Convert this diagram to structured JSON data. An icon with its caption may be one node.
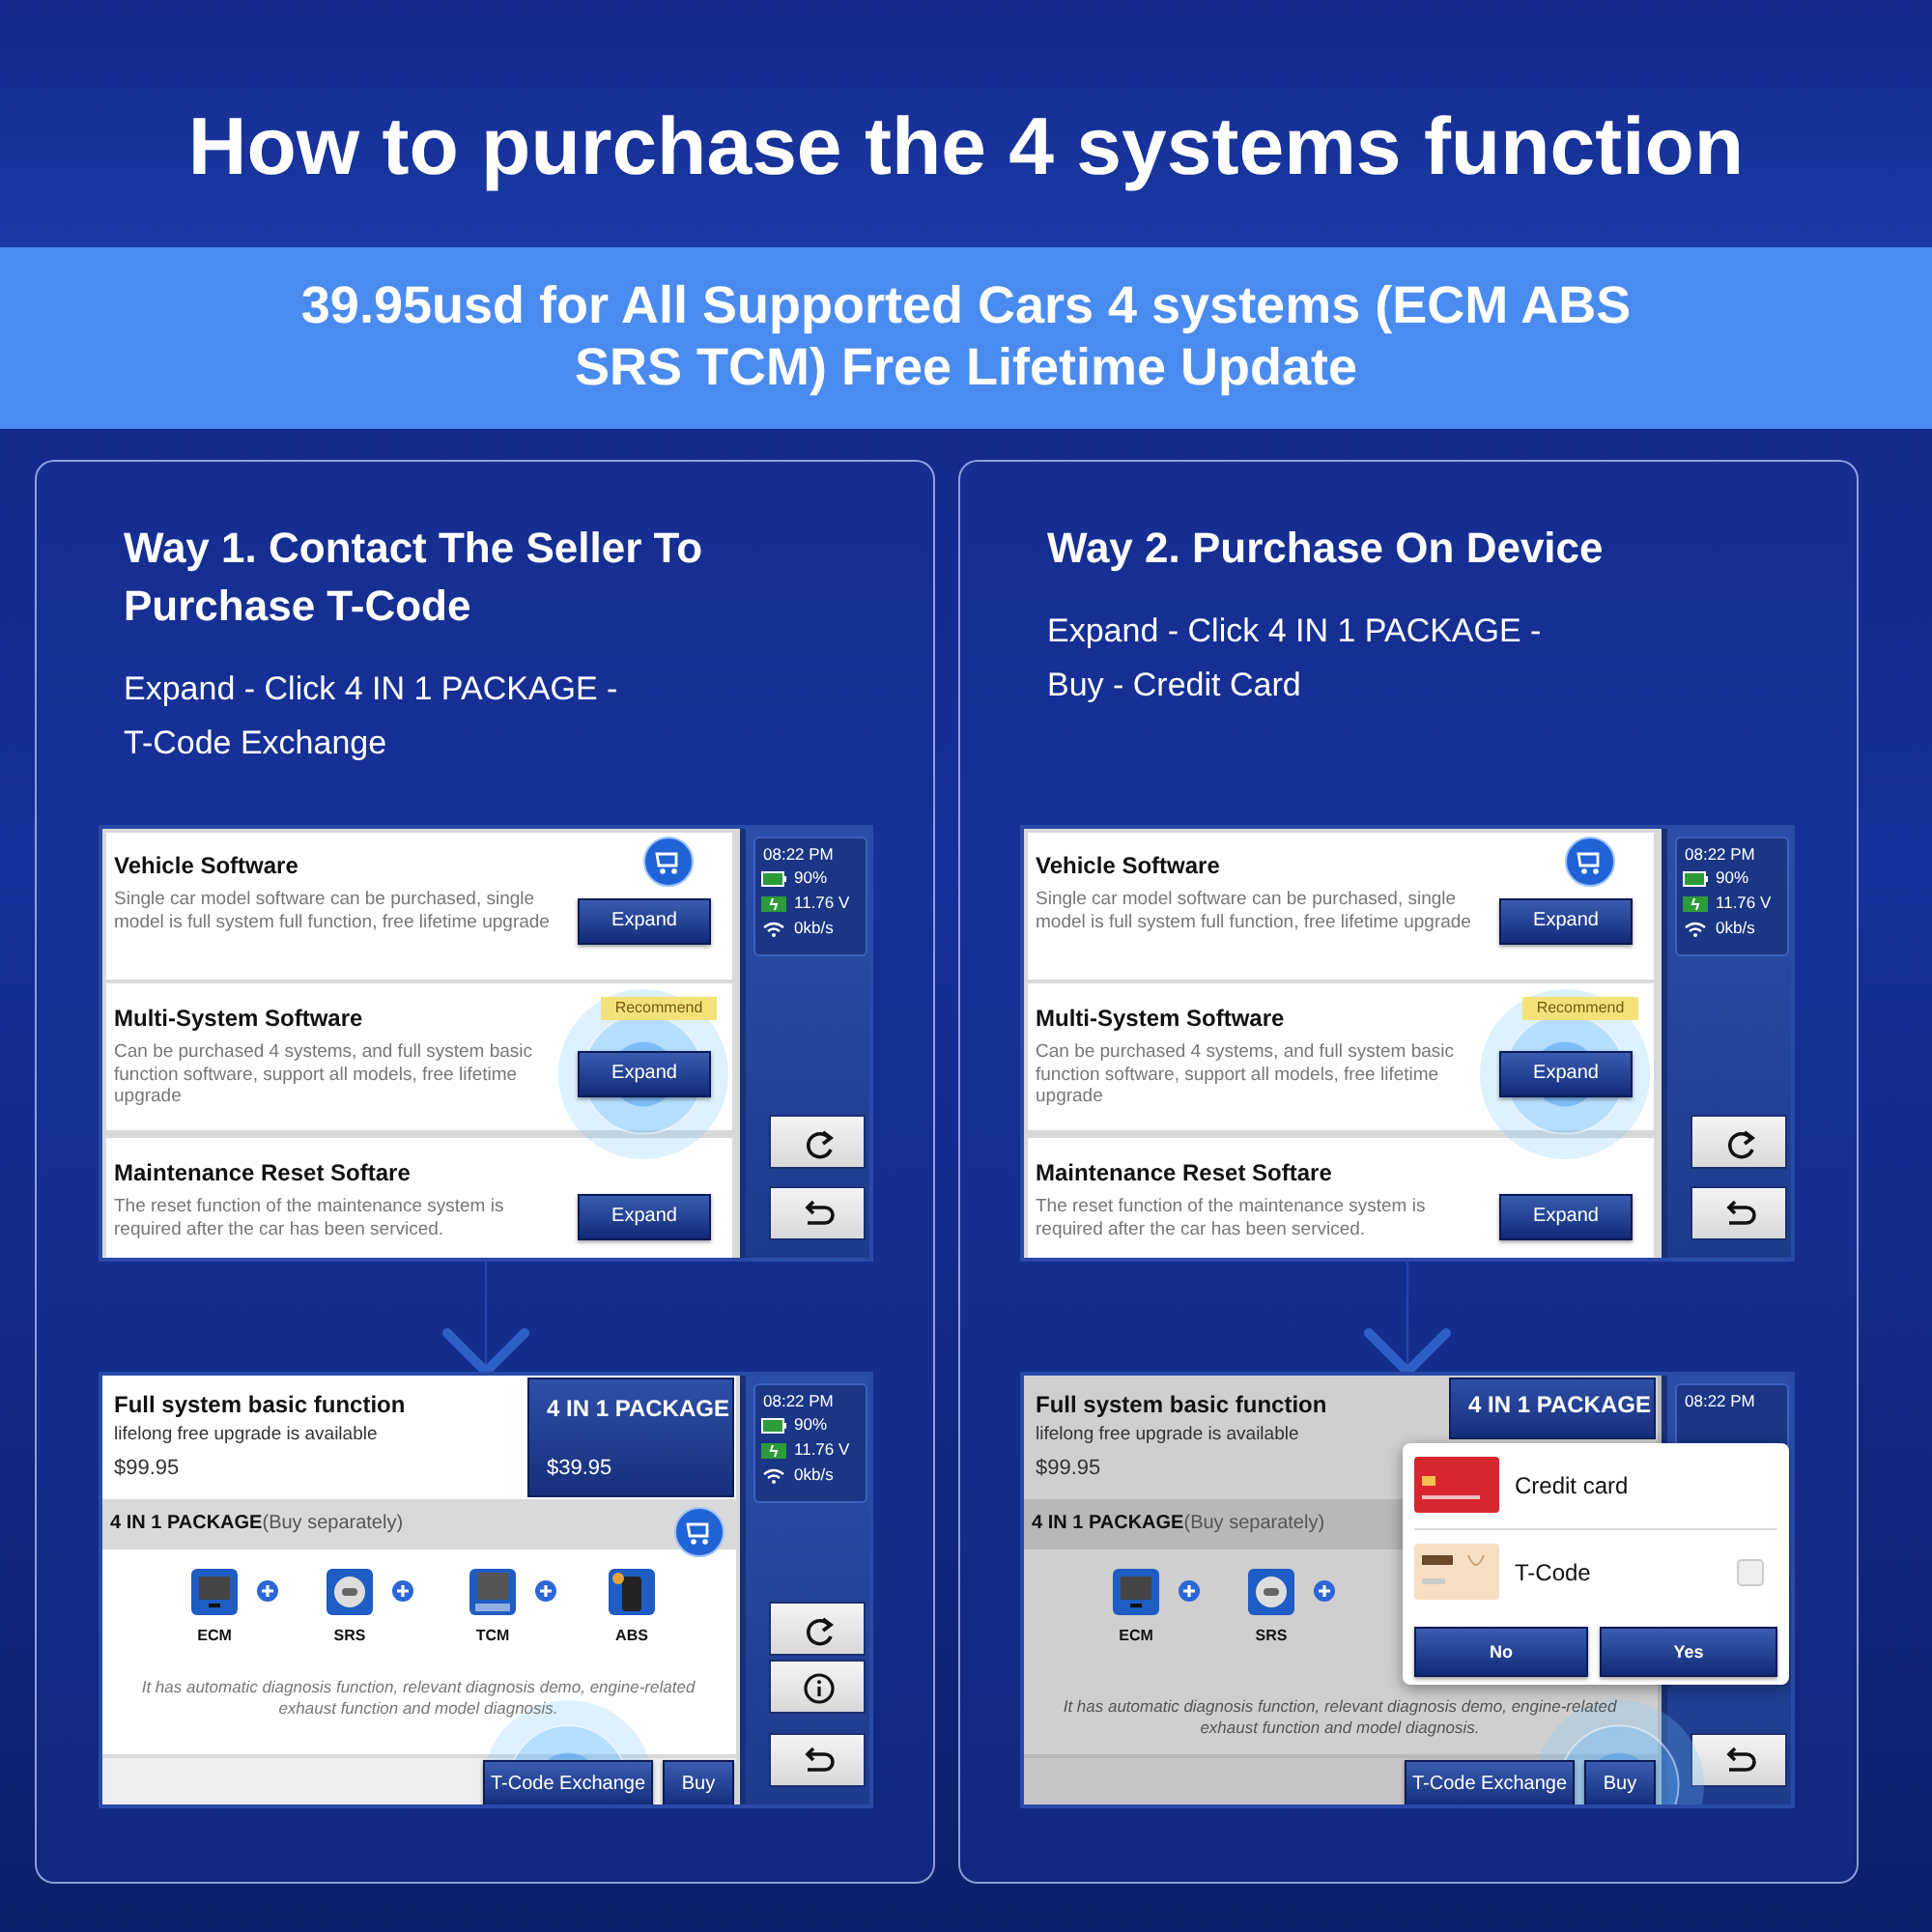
{
  "diagram": {
    "title": "How to purchase the 4 systems function",
    "nodes": [
      {
        "text": [
          "Way 1. Contact The Seller To Purchase T-Code",
          "Expand - Click 4 IN 1 PACKAGE - T-Code Exchange"
        ]
      },
      {
        "text": [
          "Vehicle Software",
          "Single car model software can be purchased, single model is full system full function, free lifetime upgrade",
          "Expand",
          "Multi-System Software",
          "Recommend",
          "Can be purchased 4 systems, and full system basic function software, support all models, free lifetime upgrade",
          "Expand",
          "Maintenance Reset Softare",
          "The reset function of the maintenance system is required after the car has been serviced.",
          "Expand",
          "08:22 PM",
          "90%",
          "11.76 V",
          "0kb/s"
        ],
        "in": 0
      },
      {
        "text": [
          "Full system basic function",
          "lifelong free upgrade is available",
          "$99.95",
          "4 IN 1 PACKAGE",
          "$39.95",
          "**4 IN 1 PACKAGE**(Buy separately)",
          "ECM",
          "SRS",
          "TCM",
          "ABS",
          "It has automatic diagnosis function, relevant diagnosis demo, engine-related exhaust function and model diagnosis.",
          "T-Code Exchange",
          "Buy",
          "08:22 PM",
          "90%",
          "11.76 V",
          "0kb/s"
        ],
        "in": 0
      },
      {
        "text": [
          "Way 2. Purchase On Device",
          "Expand - Click 4 IN 1 PACKAGE - Buy - Credit Card"
        ]
      },
      {
        "text": [
          "Vehicle Software",
          "Single car model software can be purchased, single model is full system full function, free lifetime upgrade",
          "Expand",
          "Multi-System Software",
          "Recommend",
          "Can be purchased 4 systems, and full system basic function software, support all models, free lifetime upgrade",
          "Expand",
          "Maintenance Reset Softare",
          "The reset function of the maintenance system is required after the car has been serviced.",
          "Expand",
          "08:22 PM",
          "90%",
          "11.76 V",
          "0kb/s"
        ],
        "in": 3
      },
      {
        "text": [
          "Full system basic function",
          "lifelong free upgrade is available",
          "$99.95",
          "4 IN 1 PACKAGE",
          "**4 IN 1 PACKAGE**(Buy separately)",
          "ECM",
          "SRS",
          "It has automatic diagnosis function, relevant diagnosis demo, engine-related exhaust function and model diagnosis.",
          "T-Code Exchange",
          "Buy",
          "08:22 PM"
        ],
        "in": 3
      },
      {
        "text": [
          "Credit card",
          "T-Code",
          "No",
          "Yes"
        ],
        "in": 5
      }
    ],
    "edges": [
      {
        "from": 1,
        "to": 2,
        "arrow": "to"
      },
      {
        "from": 4,
        "to": 5,
        "arrow": "to"
      }
    ],
    "labels": [
      "39.95usd for All Supported Cars 4 systems (ECM ABS SRS TCM) Free Lifetime Update"
    ]
  }
}
